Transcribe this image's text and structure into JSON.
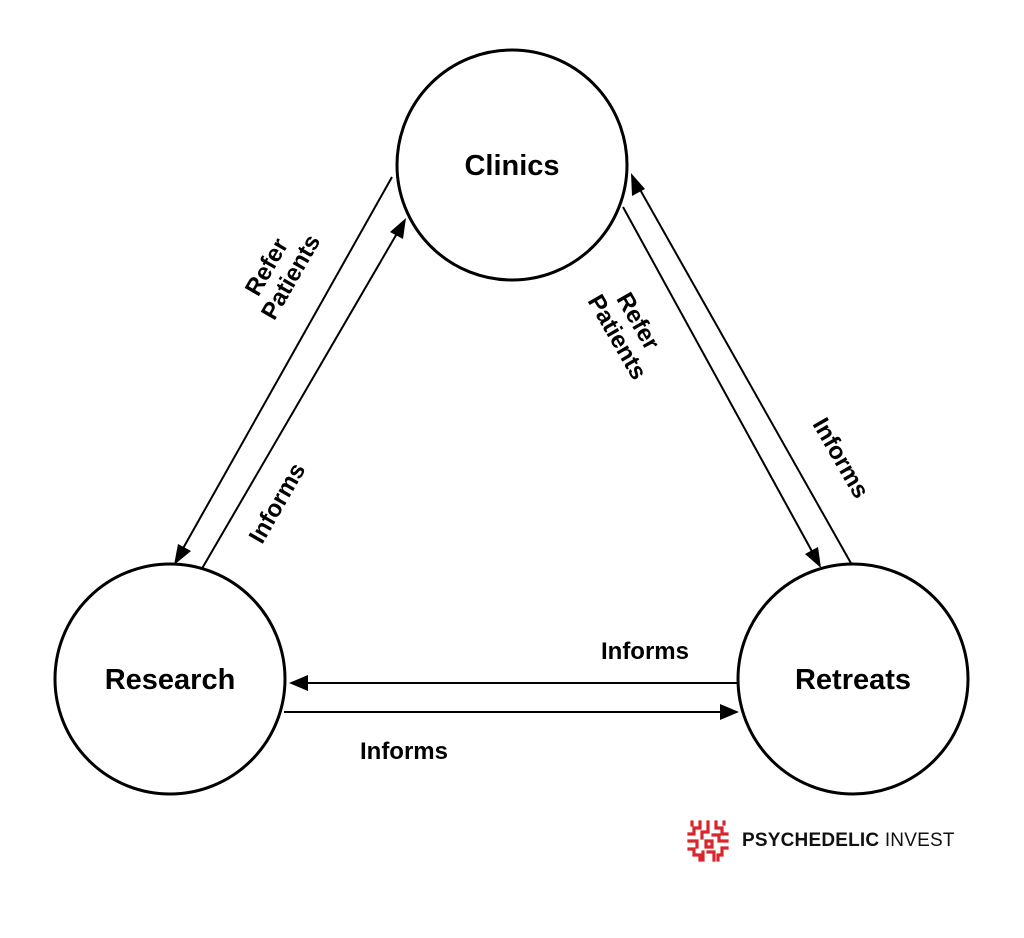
{
  "diagram": {
    "nodes": {
      "clinics": "Clinics",
      "research": "Research",
      "retreats": "Retreats"
    },
    "edges": {
      "clinics_to_research": {
        "line1": "Refer",
        "line2": "Patients"
      },
      "research_to_clinics": "Informs",
      "clinics_to_retreats": {
        "line1": "Refer",
        "line2": "Patients"
      },
      "retreats_to_clinics": "Informs",
      "retreats_to_research": "Informs",
      "research_to_retreats": "Informs"
    }
  },
  "brand": {
    "name_bold": "PSYCHEDELIC",
    "name_light": "INVEST",
    "logo_icon": "maze-logo-icon",
    "color": "#d8262c"
  }
}
